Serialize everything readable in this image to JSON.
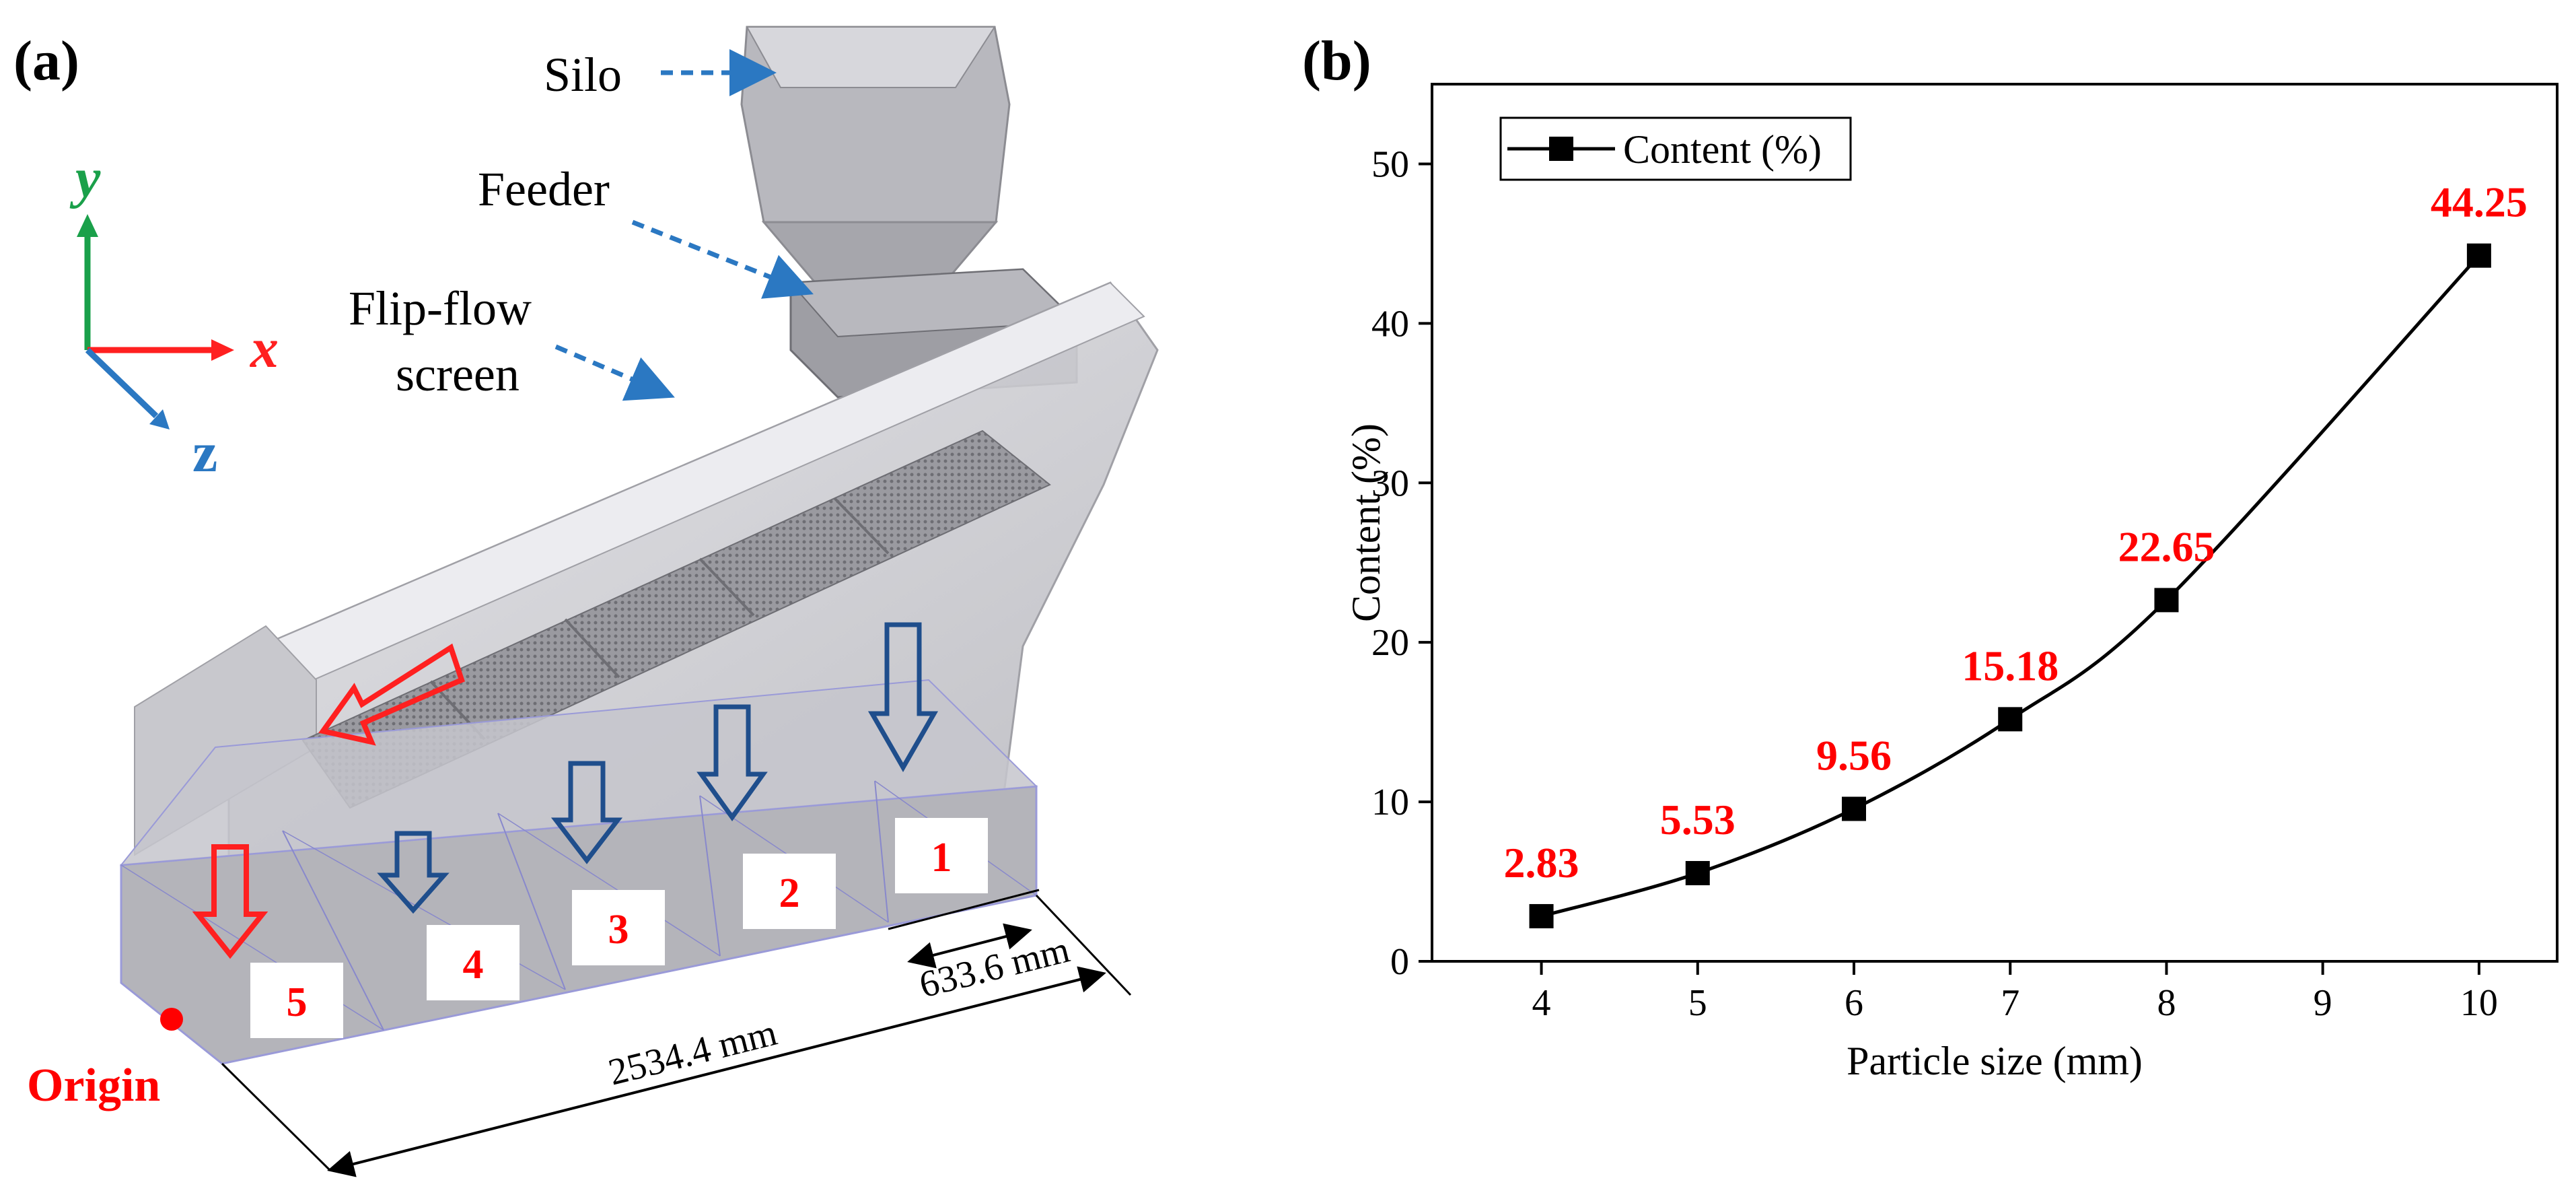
{
  "panels": {
    "a": {
      "label": "(a)",
      "callouts": {
        "silo": "Silo",
        "feeder": "Feeder",
        "screen_line1": "Flip-flow",
        "screen_line2": "screen"
      },
      "axes": {
        "y": "y",
        "x": "x",
        "z": "z"
      },
      "colors": {
        "y_axis": "#1aa04a",
        "x_axis": "#ff2020",
        "z_axis": "#2b78c2",
        "arrow_blue": "#1f4e8c",
        "arrow_red": "#ff2020"
      },
      "boxes": [
        "1",
        "2",
        "3",
        "4",
        "5"
      ],
      "dimensions": {
        "section": "633.6 mm",
        "total": "2534.4 mm"
      },
      "origin": "Origin"
    },
    "b": {
      "label": "(b)"
    }
  },
  "chart_data": {
    "type": "line",
    "title": "",
    "xlabel": "Particle size (mm)",
    "ylabel": "Content (%)",
    "xlim": [
      3.3,
      10.5
    ],
    "ylim": [
      0,
      55
    ],
    "xticks": [
      4,
      5,
      6,
      7,
      8,
      9,
      10
    ],
    "yticks": [
      0,
      10,
      20,
      30,
      40,
      50
    ],
    "legend": "top-left",
    "grid": false,
    "series": [
      {
        "name": "Content (%)",
        "x": [
          4,
          5,
          6,
          7,
          8,
          10
        ],
        "y": [
          2.83,
          5.53,
          9.56,
          15.18,
          22.65,
          44.25
        ],
        "labels": [
          "2.83",
          "5.53",
          "9.56",
          "15.18",
          "22.65",
          "44.25"
        ],
        "color": "#000000",
        "marker": "square",
        "label_color": "#ff0000"
      }
    ]
  }
}
